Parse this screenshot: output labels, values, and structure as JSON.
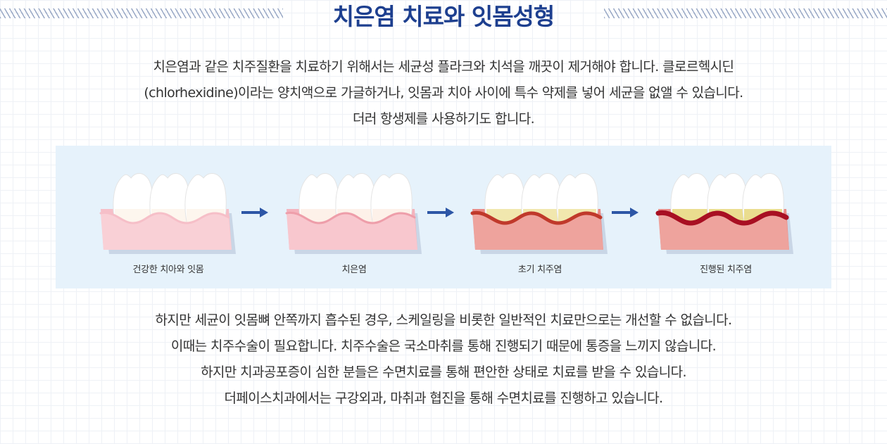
{
  "title": "치은염 치료와 잇몸성형",
  "intro_lines": [
    "치은염과 같은 치주질환을 치료하기 위해서는 세균성 플라크와 치석을 깨끗이 제거해야 합니다. 클로르헥시딘",
    "(chlorhexidine)이라는 양치액으로 가글하거나, 잇몸과 치아 사이에 특수 약제를 넣어 세균을 없앨 수 있습니다.",
    "더러 항생제를 사용하기도 합니다."
  ],
  "stages": [
    {
      "label": "건강한 치아와 잇몸",
      "gum_color": "#f6bfc8",
      "gum_front": "#f9d0d6",
      "gum_edge": "#f6bfc8",
      "tooth_base": "#fbeede",
      "stain": "none"
    },
    {
      "label": "치은염",
      "gum_color": "#f4b3bd",
      "gum_front": "#f8c7ce",
      "gum_edge": "#ee9eaa",
      "tooth_base": "#fbe8dc",
      "stain": "light"
    },
    {
      "label": "초기 치주염",
      "gum_color": "#e98a86",
      "gum_front": "#eea39d",
      "gum_edge": "#c0392b",
      "tooth_base": "#efe4a2",
      "stain": "medium"
    },
    {
      "label": "진행된 치주염",
      "gum_color": "#e98a86",
      "gum_front": "#eea39d",
      "gum_edge": "#a80f22",
      "tooth_base": "#e9dc8c",
      "stain": "heavy"
    }
  ],
  "arrow_color": "#2d56a6",
  "body_lines": [
    "하지만 세균이 잇몸뼈 안쪽까지 흡수된 경우, 스케일링을 비롯한 일반적인 치료만으로는 개선할 수 없습니다.",
    "이때는 치주수술이 필요합니다. 치주수술은 국소마취를 통해 진행되기 때문에 통증을 느끼지 않습니다.",
    "하지만 치과공포증이 심한 분들은 수면치료를 통해 편안한 상태로 치료를 받을 수 있습니다.",
    "더페이스치과에서는 구강외과, 마취과 협진을 통해 수면치료를 진행하고 있습니다."
  ]
}
